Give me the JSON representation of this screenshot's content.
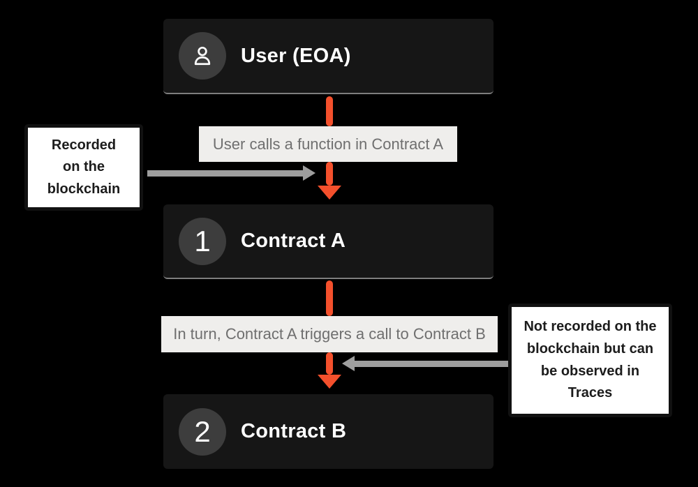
{
  "colors": {
    "background": "#000000",
    "card": "#161616",
    "card_divider": "#7E7E7E",
    "badge_circle": "#3D3D3D",
    "title_text": "#FFFFFF",
    "edge_label_bg": "#EFEEEC",
    "edge_label_text": "#6F6F6F",
    "flow_arrow": "#F4502C",
    "note_arrow": "#9E9E9E",
    "note_bg": "#FFFFFF",
    "note_border": "#111111",
    "note_text": "#1C1C1C"
  },
  "nodes": [
    {
      "label": "User (EOA)",
      "badge": "user-icon"
    },
    {
      "label": "Contract A",
      "badge": "1"
    },
    {
      "label": "Contract B",
      "badge": "2"
    }
  ],
  "edges": [
    {
      "label": "User calls a function in Contract A"
    },
    {
      "label": "In turn, Contract A triggers a call to Contract B"
    }
  ],
  "notes": [
    {
      "side": "left",
      "lines": [
        "Recorded",
        "on the",
        "blockchain"
      ]
    },
    {
      "side": "right",
      "lines": [
        "Not recorded on the",
        "blockchain but can",
        "be observed in",
        "Traces"
      ]
    }
  ]
}
